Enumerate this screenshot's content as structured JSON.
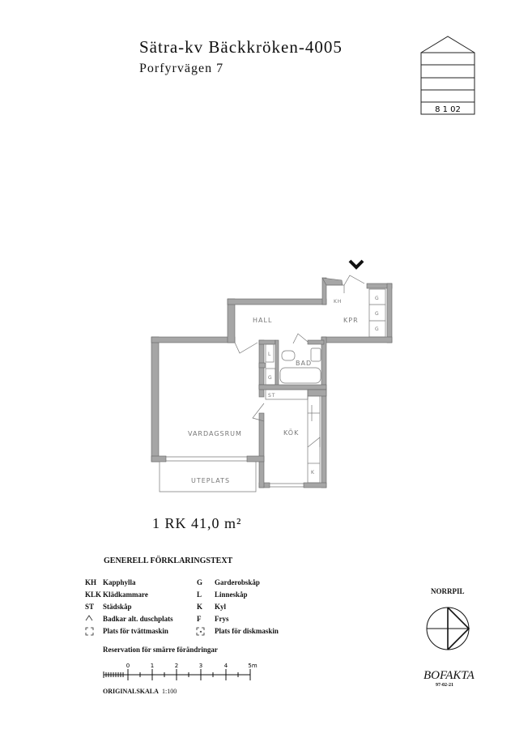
{
  "header": {
    "title": "Sätra-kv Bäckkröken-4005",
    "address": "Porfyrvägen 7",
    "house_code": "8 1 02"
  },
  "plan": {
    "rooms": {
      "hall": "HALL",
      "kpr": "KPR",
      "kh": "KH",
      "bad": "BAD",
      "vardagsrum": "VARDAGSRUM",
      "kok": "KÖK",
      "uteplats": "UTEPLATS",
      "st": "ST",
      "l": "L",
      "g": "G",
      "k": "K"
    },
    "summary": "1 RK 41,0 m²",
    "entrance-icon": "chevron-down-icon"
  },
  "legend": {
    "heading": "GENERELL FÖRKLARINGSTEXT",
    "items": [
      {
        "code": "KH",
        "label": "Kapphylla"
      },
      {
        "code": "KLK",
        "label": "Klädkammare"
      },
      {
        "code": "ST",
        "label": "Städskåp"
      },
      {
        "code": "",
        "label": "Badkar alt. duschplats"
      },
      {
        "code": "",
        "label": "Plats för tvättmaskin"
      },
      {
        "code": "G",
        "label": "Garderobskåp"
      },
      {
        "code": "L",
        "label": "Linneskåp"
      },
      {
        "code": "K",
        "label": "Kyl"
      },
      {
        "code": "F",
        "label": "Frys"
      },
      {
        "code": "",
        "label": "Plats för diskmaskin"
      }
    ],
    "reservation": "Reservation för smärre förändringar"
  },
  "scale": {
    "ticks": [
      "0",
      "1",
      "2",
      "3",
      "4",
      "5m"
    ],
    "label": "ORIGINALSKALA",
    "ratio": "1:100"
  },
  "north": {
    "label": "NORRPIL"
  },
  "footer": {
    "brand": "BOFAKTA",
    "date": "97-02-21"
  }
}
